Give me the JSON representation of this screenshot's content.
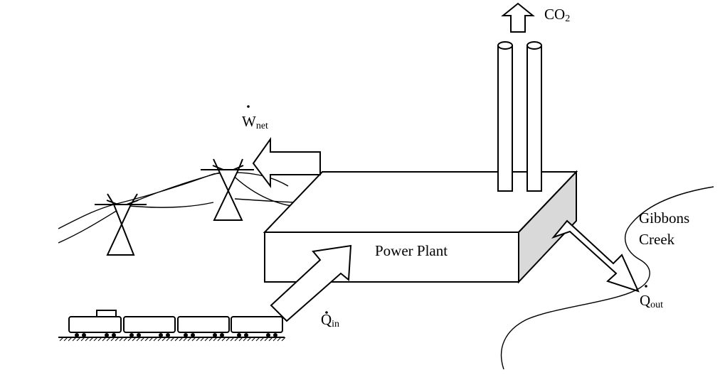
{
  "labels": {
    "plant": "Power Plant",
    "co2_main": "CO",
    "co2_sub": "2",
    "wnet_main": "W",
    "wnet_sub": "net",
    "qin_main": "Q",
    "qin_sub": "in",
    "qout_main": "Q",
    "qout_sub": "out",
    "creek_line1": "Gibbons",
    "creek_line2": "Creek"
  },
  "colors": {
    "stroke": "#000000",
    "background": "#ffffff",
    "plant_side": "#d9d9d9"
  }
}
